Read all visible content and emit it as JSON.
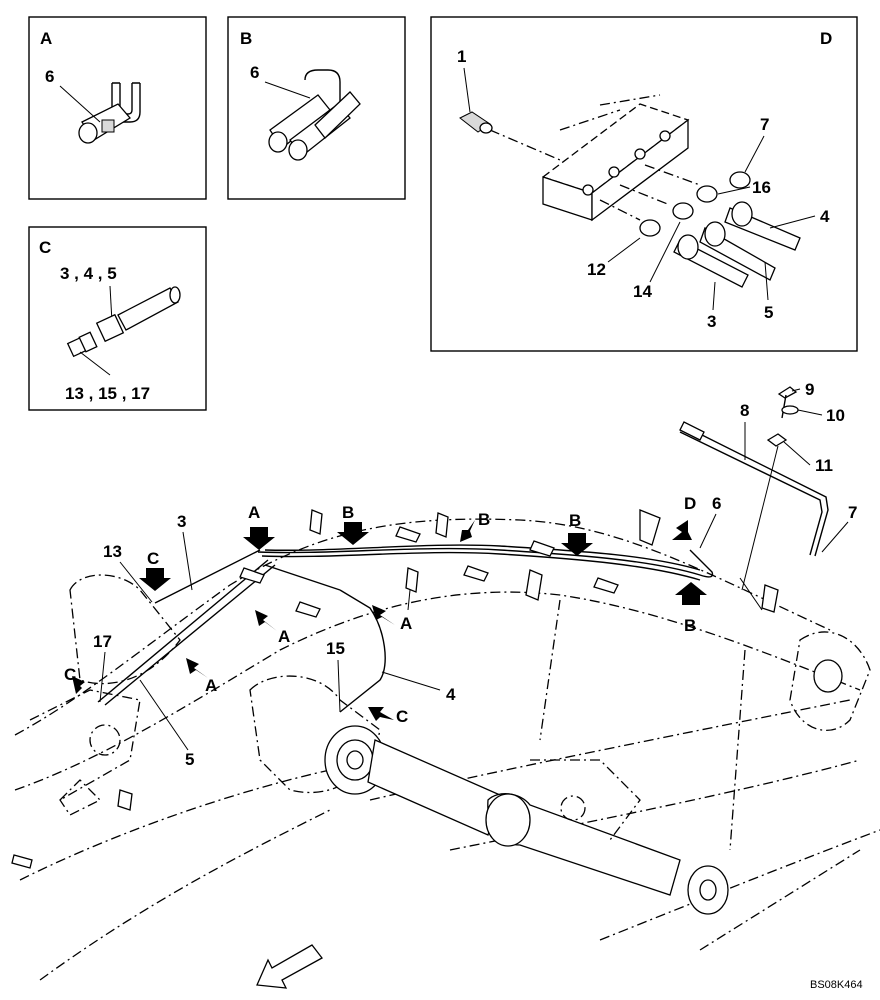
{
  "diagram": {
    "drawing_ref": "BS08K464",
    "detail_views": {
      "A": {
        "letter": "A",
        "parts": [
          "6"
        ]
      },
      "B": {
        "letter": "B",
        "parts": [
          "6"
        ]
      },
      "C": {
        "letter": "C",
        "hose_label": "3 , 4 , 5",
        "fitting_label": "13 , 15 , 17"
      },
      "D": {
        "letter": "D",
        "parts": [
          "1",
          "7",
          "16",
          "4",
          "12",
          "14",
          "3",
          "5"
        ]
      }
    },
    "main_view": {
      "part_numbers": [
        "9",
        "10",
        "8",
        "11",
        "7",
        "6",
        "3",
        "13",
        "17",
        "5",
        "4",
        "15"
      ],
      "arrow_letters": [
        "A",
        "B",
        "B",
        "B",
        "D",
        "C",
        "A",
        "A",
        "A",
        "C",
        "C",
        "B"
      ]
    }
  }
}
